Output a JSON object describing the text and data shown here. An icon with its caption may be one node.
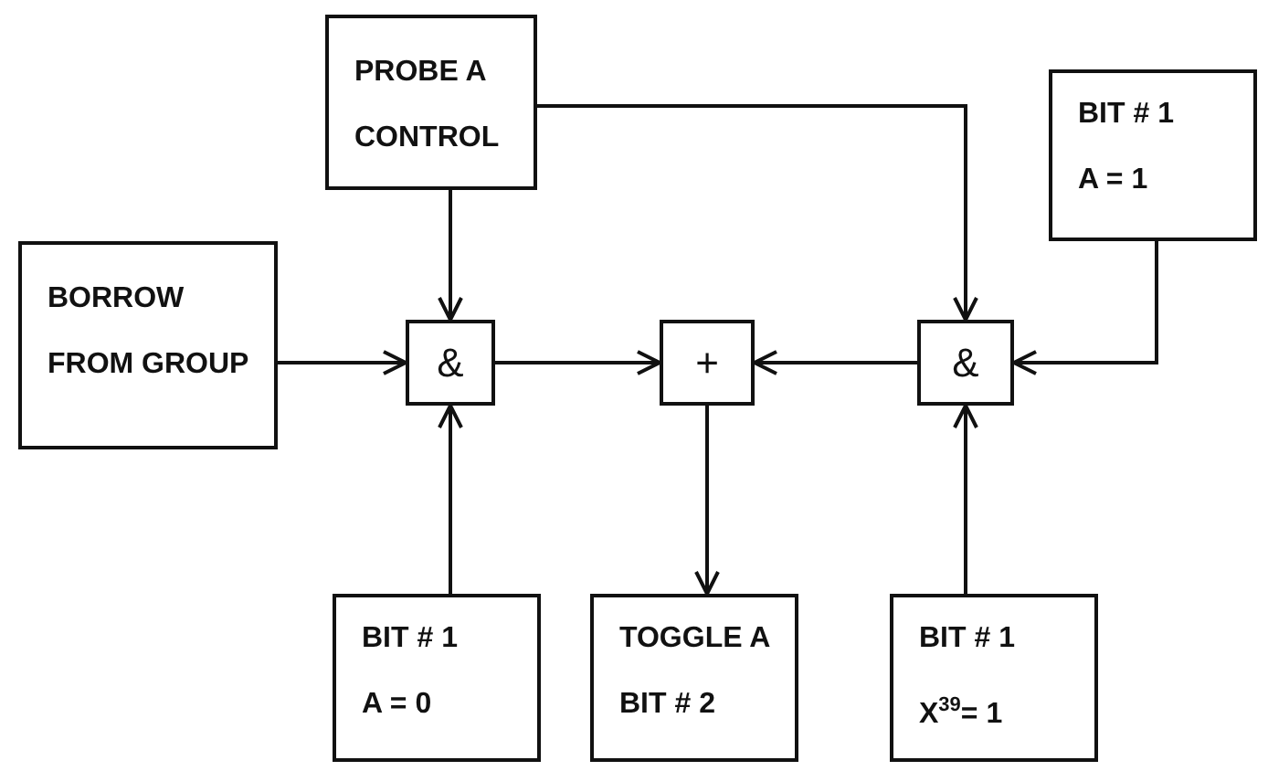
{
  "diagram": {
    "nodes": [
      {
        "text": [
          "PROBE A CONTROL"
        ]
      },
      {
        "text": [
          "BIT # 1",
          "A = 1"
        ]
      },
      {
        "text": [
          "BORROW FROM GROUP"
        ]
      },
      {
        "text": [
          "&"
        ]
      },
      {
        "text": [
          "+"
        ]
      },
      {
        "text": [
          "&"
        ]
      },
      {
        "text": [
          "BIT # 1",
          "A = 0"
        ]
      },
      {
        "text": [
          "TOGGLE A",
          "BIT # 2"
        ]
      },
      {
        "text": [
          "BIT # 1",
          "X$^{39}$= 1"
        ]
      }
    ],
    "edges": [
      {
        "from": 0,
        "to": 3,
        "arrow": "to"
      },
      {
        "from": 0,
        "to": 5,
        "arrow": "to"
      },
      {
        "from": 1,
        "to": 5,
        "arrow": "to"
      },
      {
        "from": 2,
        "to": 3,
        "arrow": "to"
      },
      {
        "from": 3,
        "to": 4,
        "arrow": "to"
      },
      {
        "from": 5,
        "to": 4,
        "arrow": "to"
      },
      {
        "from": 6,
        "to": 3,
        "arrow": "to"
      },
      {
        "from": 4,
        "to": 7,
        "arrow": "to"
      },
      {
        "from": 8,
        "to": 5,
        "arrow": "to"
      }
    ]
  }
}
